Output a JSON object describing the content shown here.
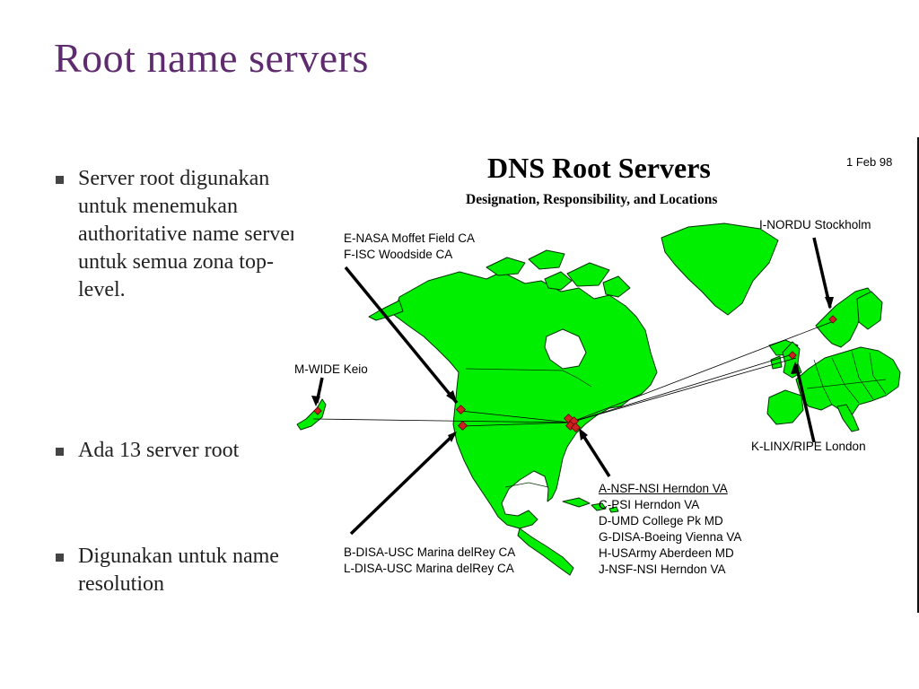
{
  "slide": {
    "title": "Root name servers",
    "bullets": [
      "Server root digunakan untuk menemukan authoritative name servers untuk semua zona top-level.",
      "Ada 13 server root",
      "Digunakan untuk name resolution"
    ]
  },
  "figure": {
    "title": "DNS Root Servers",
    "subtitle": "Designation, Responsibility, and Locations",
    "date": "1 Feb 98",
    "labels": {
      "ef": [
        "E-NASA Moffet Field CA",
        "F-ISC Woodside CA"
      ],
      "i": "I-NORDU Stockholm",
      "m": "M-WIDE Keio",
      "k": "K-LINX/RIPE London",
      "a_group": [
        "A-NSF-NSI Herndon VA",
        "C-PSI Herndon VA",
        "D-UMD College Pk MD",
        "G-DISA-Boeing Vienna VA",
        "H-USArmy Aberdeen MD",
        "J-NSF-NSI Herndon VA"
      ],
      "bl": [
        "B-DISA-USC Marina delRey CA",
        "L-DISA-USC Marina delRey CA"
      ]
    },
    "colors": {
      "land": "#00ee00",
      "outline": "#003300",
      "marker": "#cc2222",
      "title_text": "#5e2b6f"
    }
  }
}
